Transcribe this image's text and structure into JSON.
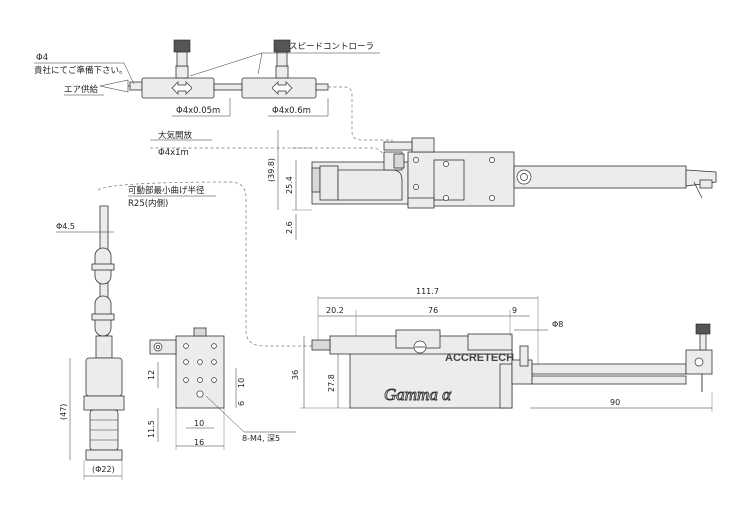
{
  "labels": {
    "phi4": "Φ4",
    "supply_note": "貴社にてご準備下さい。",
    "air_supply": "エア供給",
    "speed_controller": "スピードコントローラ",
    "tube_short": "Φ4x0.05m",
    "tube_long": "Φ4x0.6m",
    "atmosphere_open": "大気開放",
    "tube_exhaust": "Φ4x1m",
    "min_bend_radius": "可動部最小曲げ半径",
    "r25_inner": "R25(内側)",
    "cable_dia": "Φ4.5",
    "dim_47": "(47)",
    "dim_22": "(Φ22)",
    "dim_12": "12",
    "dim_11_5": "11.5",
    "dim_10_v": "10",
    "dim_6": "6",
    "dim_10_h": "10",
    "dim_16": "16",
    "screw_note": "8-M4, 深5",
    "dim_39_8": "(39.8)",
    "dim_25_4": "25.4",
    "dim_2_6": "2.6",
    "dim_111_7": "111.7",
    "dim_20_2": "20.2",
    "dim_76": "76",
    "dim_9": "9",
    "dim_phi8": "Φ8",
    "dim_36": "36",
    "dim_27_8": "27.8",
    "dim_90": "90",
    "brand": "ACCRETECH",
    "product": "Gamma α"
  },
  "colors": {
    "line": "#333333",
    "part_fill": "#ececec",
    "hose": "#777777"
  }
}
